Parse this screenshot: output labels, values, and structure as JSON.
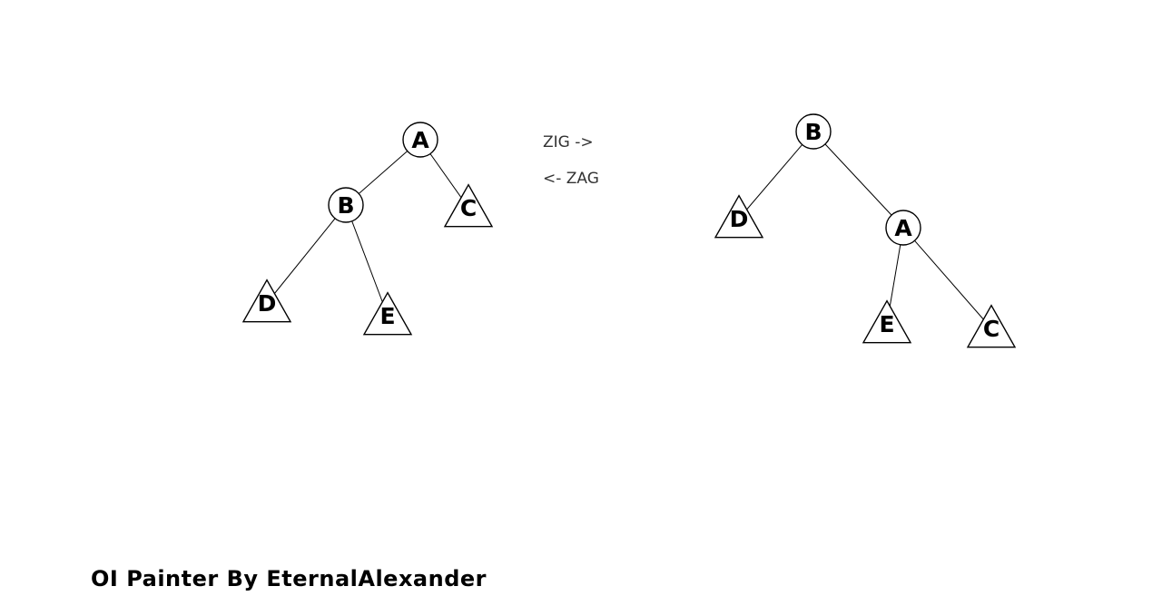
{
  "diagram": {
    "left_tree": {
      "nodes": [
        {
          "id": "A",
          "label": "A",
          "shape": "circle"
        },
        {
          "id": "B",
          "label": "B",
          "shape": "circle"
        },
        {
          "id": "C",
          "label": "C",
          "shape": "triangle"
        },
        {
          "id": "D",
          "label": "D",
          "shape": "triangle"
        },
        {
          "id": "E",
          "label": "E",
          "shape": "triangle"
        }
      ],
      "edges": [
        [
          "A",
          "B"
        ],
        [
          "A",
          "C"
        ],
        [
          "B",
          "D"
        ],
        [
          "B",
          "E"
        ]
      ]
    },
    "right_tree": {
      "nodes": [
        {
          "id": "B",
          "label": "B",
          "shape": "circle"
        },
        {
          "id": "D",
          "label": "D",
          "shape": "triangle"
        },
        {
          "id": "A",
          "label": "A",
          "shape": "circle"
        },
        {
          "id": "E",
          "label": "E",
          "shape": "triangle"
        },
        {
          "id": "C",
          "label": "C",
          "shape": "triangle"
        }
      ],
      "edges": [
        [
          "B",
          "D"
        ],
        [
          "B",
          "A"
        ],
        [
          "A",
          "E"
        ],
        [
          "A",
          "C"
        ]
      ]
    },
    "zig_label": "ZIG ->",
    "zag_label": "<- ZAG"
  },
  "footer": {
    "credit": "OI Painter By EternalAlexander"
  }
}
